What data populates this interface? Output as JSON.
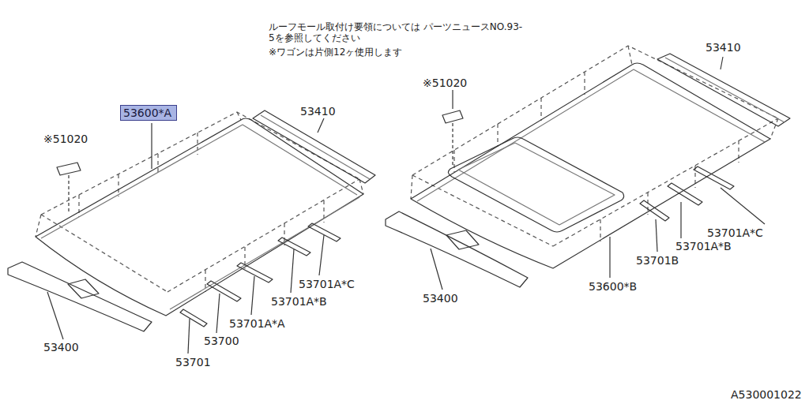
{
  "diagram": {
    "nodes": [
      {
        "text": [
          "53600*A"
        ]
      }
    ],
    "labels": [
      "ルーフモール取付け要領については パーツニュースNO.93-5を参照してください",
      "※ワゴンは片側12ヶ使用します",
      "※51020",
      "53410",
      "53400",
      "53701",
      "53700",
      "53701A*A",
      "53701A*B",
      "53701A*C",
      "※51020",
      "53410",
      "53400",
      "53600*B",
      "53701B",
      "53701A*B",
      "53701A*C",
      "A530001022"
    ]
  }
}
